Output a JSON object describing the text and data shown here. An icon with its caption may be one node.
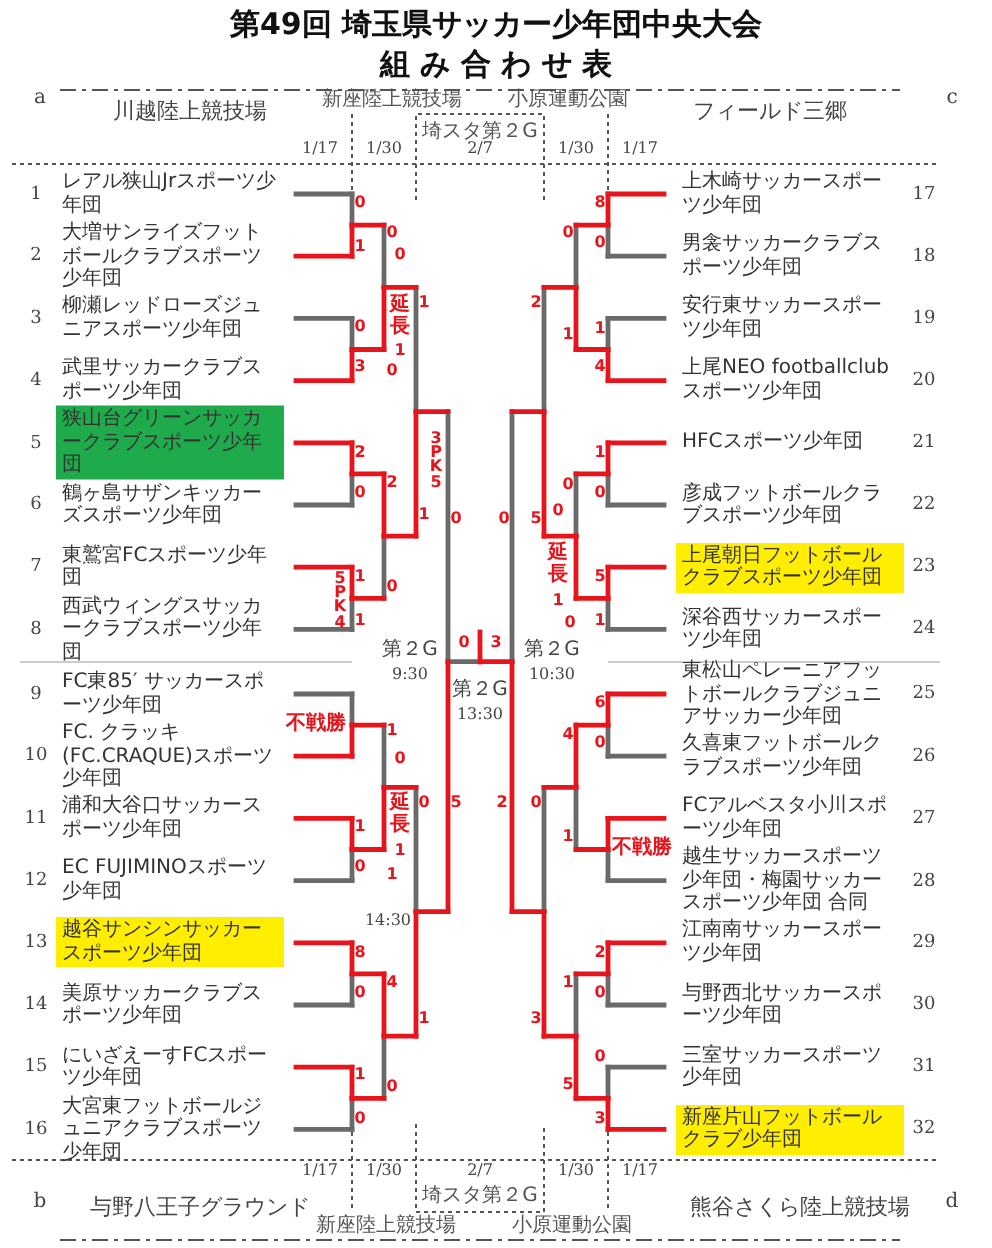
{
  "diagram": {
    "title": "第49回 埼玉県サッカー少年団中央大会",
    "nodes": [
      {
        "text": [
          "レアル狭山Jrスポーツ少年団"
        ],
        "beside": [
          "1"
        ]
      },
      {
        "text": [
          "大増サンライズフットボールクラブスポーツ少年団"
        ],
        "beside": [
          "2"
        ]
      },
      {
        "text": [
          "柳瀬レッドローズジュニアスポーツ少年団"
        ],
        "beside": [
          "3"
        ]
      },
      {
        "text": [
          "武里サッカークラブスポーツ少年団"
        ],
        "beside": [
          "4"
        ]
      },
      {
        "text": [
          "狭山台グリーンサッカークラブスポーツ少年団"
        ],
        "beside": [
          "5"
        ]
      },
      {
        "text": [
          "鶴ヶ島サザンキッカーズスポーツ少年団"
        ],
        "beside": [
          "6"
        ]
      },
      {
        "text": [
          "東鷲宮FCスポーツ少年団"
        ],
        "beside": [
          "7"
        ]
      },
      {
        "text": [
          "西武ウィングスサッカークラブスポーツ少年団"
        ],
        "beside": [
          "8"
        ]
      },
      {
        "text": [
          "FC東85′ サッカースポーツ少年団"
        ],
        "beside": [
          "9"
        ]
      },
      {
        "text": [
          "FC. クラッキ (FC.CRAQUE)スポーツ少年団"
        ],
        "beside": [
          "10"
        ]
      },
      {
        "text": [
          "浦和大谷口サッカースポーツ少年団"
        ],
        "beside": [
          "11"
        ]
      },
      {
        "text": [
          "EC FUJIMINOスポーツ少年団"
        ],
        "beside": [
          "12"
        ]
      },
      {
        "text": [
          "越谷サンシンサッカースポーツ少年団"
        ],
        "beside": [
          "13"
        ]
      },
      {
        "text": [
          "美原サッカークラブスポーツ少年団"
        ],
        "beside": [
          "14"
        ]
      },
      {
        "text": [
          "にいざえーすFCスポーツ少年団"
        ],
        "beside": [
          "15"
        ]
      },
      {
        "text": [
          "大宮東フットボールジュニアクラブスポーツ少年団"
        ],
        "beside": [
          "16"
        ]
      },
      {
        "text": [
          "上木崎サッカースポーツ少年団"
        ],
        "beside": [
          "17"
        ]
      },
      {
        "text": [
          "男衾サッカークラブスポーツ少年団"
        ],
        "beside": [
          "18"
        ]
      },
      {
        "text": [
          "安行東サッカースポーツ少年団"
        ],
        "beside": [
          "19"
        ]
      },
      {
        "text": [
          "上尾NEO footballclubスポーツ少年団"
        ],
        "beside": [
          "20"
        ]
      },
      {
        "text": [
          "HFCスポーツ少年団"
        ],
        "beside": [
          "21"
        ]
      },
      {
        "text": [
          "彦成フットボールクラブスポーツ少年団"
        ],
        "beside": [
          "22"
        ]
      },
      {
        "text": [
          "上尾朝日フットボールクラブスポーツ少年団"
        ],
        "beside": [
          "23"
        ]
      },
      {
        "text": [
          "深谷西サッカースポーツ少年団"
        ],
        "beside": [
          "24"
        ]
      },
      {
        "text": [
          "東松山ペレーニアフットボールクラブジュニアサッカー少年団"
        ],
        "beside": [
          "25"
        ]
      },
      {
        "text": [
          "久喜東フットボールクラブスポーツ少年団"
        ],
        "beside": [
          "26"
        ]
      },
      {
        "text": [
          "FCアルベスタ小川スポーツ少年団"
        ],
        "beside": [
          "27"
        ]
      },
      {
        "text": [
          "越生サッカースポーツ少年団・梅園サッカースポーツ少年団 合同"
        ],
        "beside": [
          "28"
        ]
      },
      {
        "text": [
          "江南南サッカースポーツ少年団"
        ],
        "beside": [
          "29"
        ]
      },
      {
        "text": [
          "与野西北サッカースポーツ少年団"
        ],
        "beside": [
          "30"
        ]
      },
      {
        "text": [
          "三室サッカースポーツ少年団"
        ],
        "beside": [
          "31"
        ]
      },
      {
        "text": [
          "新座片山フットボールクラブ少年団"
        ],
        "beside": [
          "32"
        ]
      }
    ],
    "labels": [
      "組 み 合 わ せ 表",
      "a",
      "川越陸上競技場",
      "新座陸上競技場",
      "小原運動公園",
      "フィールド三郷",
      "c",
      "埼スタ第２G",
      "1/17",
      "1/30",
      "2/7",
      "1/30",
      "1/17",
      "0",
      "1",
      "0",
      "0",
      "延長",
      "1",
      "1",
      "0",
      "0",
      "3",
      "3PK5",
      "2",
      "0",
      "2",
      "1",
      "0",
      "1",
      "5PK4",
      "0",
      "1",
      "8",
      "0",
      "0",
      "2",
      "1",
      "1",
      "4",
      "1",
      "0",
      "0",
      "0",
      "5",
      "0",
      "延長",
      "1",
      "0",
      "5",
      "1",
      "第２G",
      "9:30",
      "0",
      "3",
      "第２G",
      "10:30",
      "第２G",
      "13:30",
      "不戦勝",
      "1",
      "0",
      "延長",
      "0",
      "5",
      "1",
      "1",
      "1",
      "0",
      "14:30",
      "8",
      "0",
      "4",
      "1",
      "1",
      "0",
      "0",
      "6",
      "4",
      "0",
      "2",
      "0",
      "1",
      "不戦勝",
      "2",
      "1",
      "0",
      "3",
      "0",
      "5",
      "3",
      "1/17",
      "1/30",
      "2/7",
      "1/30",
      "1/17",
      "b",
      "与野八王子グラウンド",
      "埼スタ第２G",
      "新座陸上競技場",
      "小原運動公園",
      "熊谷さくら陸上競技場",
      "d"
    ]
  }
}
